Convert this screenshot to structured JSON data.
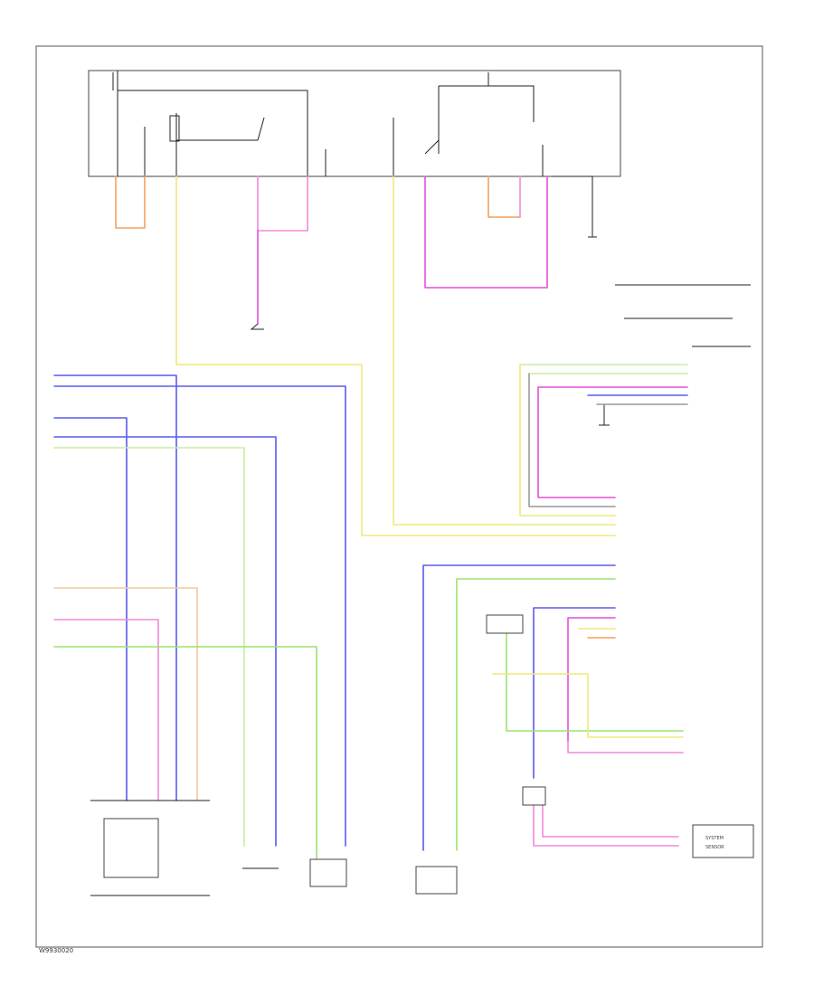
{
  "diagram_ref": "W9930020",
  "colors": {
    "orange": "#f4a15a",
    "yellow": "#eee97a",
    "pink": "#f08ad8",
    "magenta": "#e64fd8",
    "blue": "#5a5af0",
    "green": "#9be36e",
    "lightgreen": "#c6ef9a",
    "grey": "#999999"
  },
  "legend_box": {
    "line1": "SYSTEM",
    "line2": "SENSOR"
  }
}
